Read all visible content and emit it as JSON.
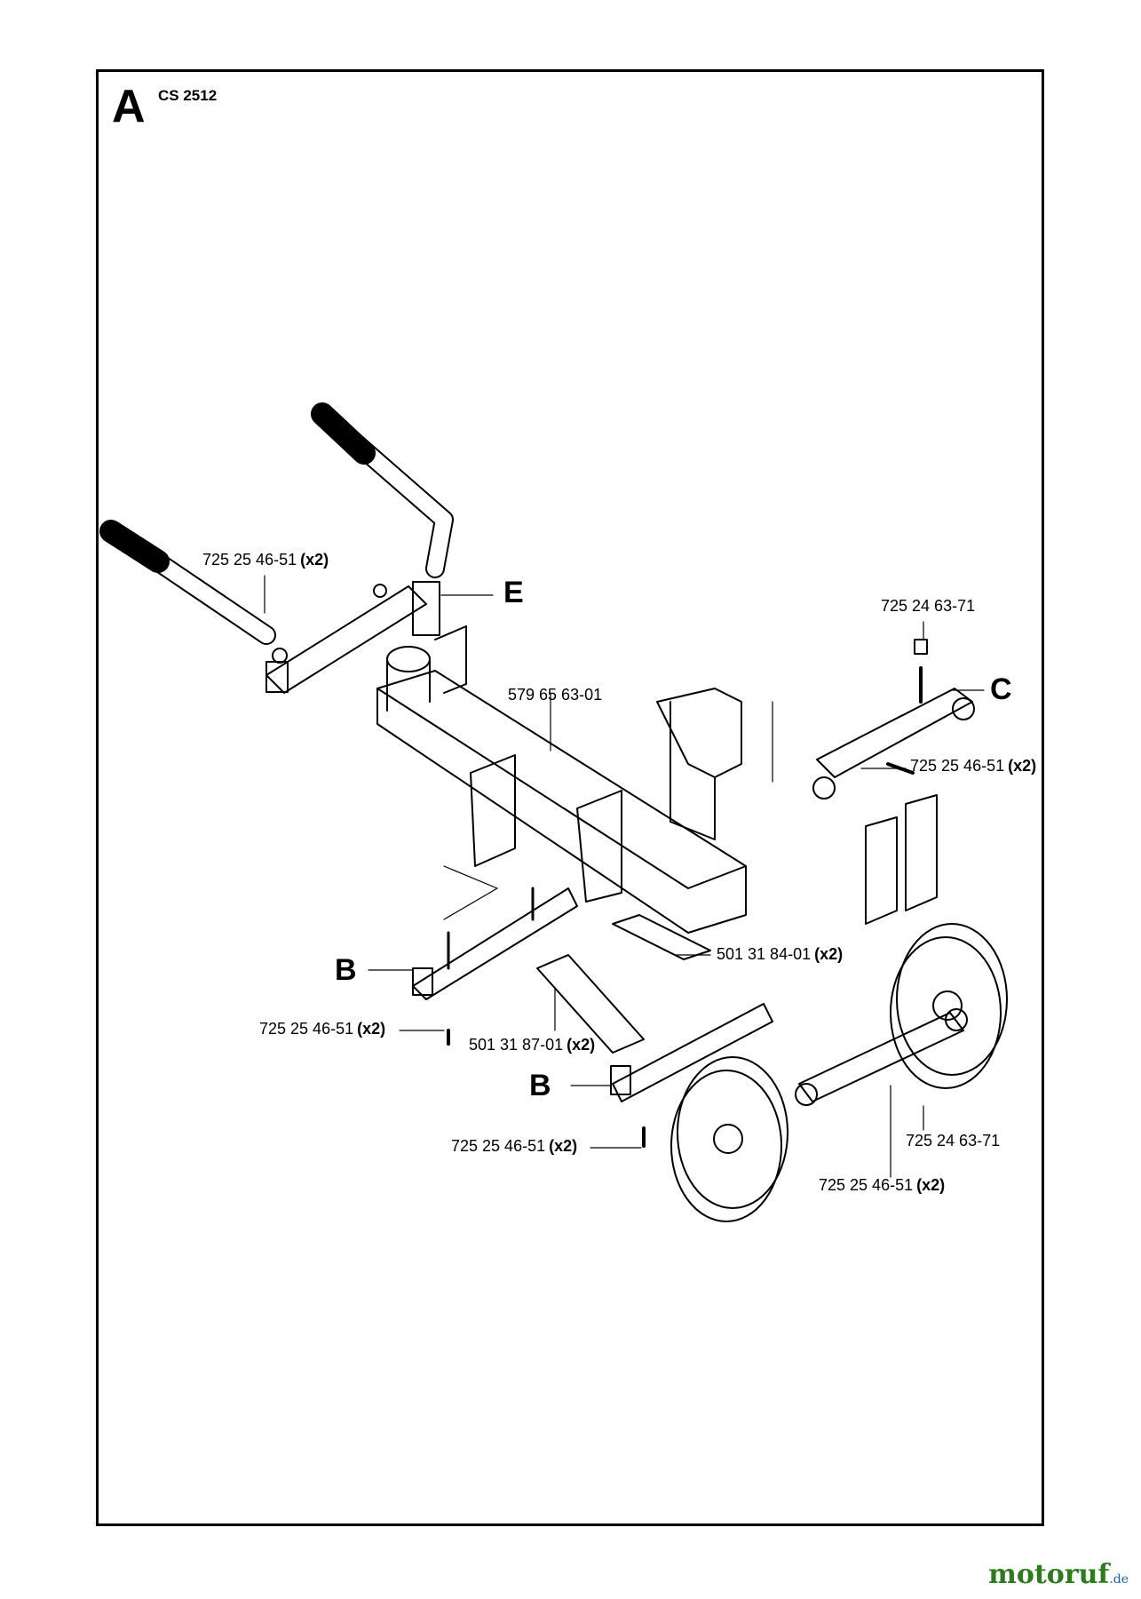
{
  "header": {
    "section": "A",
    "model": "CS 2512"
  },
  "callouts": [
    {
      "id": "handle-bolt",
      "part": "725 25 46-51",
      "qty": "(x2)"
    },
    {
      "id": "frame",
      "part": "579 65 63-01",
      "qty": ""
    },
    {
      "id": "top-right-pin",
      "part": "725 24 63-71",
      "qty": ""
    },
    {
      "id": "right-axle-bolt",
      "part": "725 25 46-51",
      "qty": "(x2)"
    },
    {
      "id": "sleeve-right",
      "part": "501 31 84-01",
      "qty": "(x2)"
    },
    {
      "id": "left-foot-bolt",
      "part": "725 25 46-51",
      "qty": "(x2)"
    },
    {
      "id": "sleeve-left",
      "part": "501 31 87-01",
      "qty": "(x2)"
    },
    {
      "id": "center-foot-bolt",
      "part": "725 25 46-51",
      "qty": "(x2)"
    },
    {
      "id": "bottom-right-pin",
      "part": "725 24 63-71",
      "qty": ""
    },
    {
      "id": "wheel-axle-bolt",
      "part": "725 25 46-51",
      "qty": "(x2)"
    }
  ],
  "ref_letters": {
    "e": "E",
    "c": "C",
    "b1": "B",
    "b2": "B"
  },
  "brand": {
    "name": "motoruf",
    "tld": ".de",
    "color": "#2d7a1f",
    "tld_color": "#1f5fb0"
  }
}
